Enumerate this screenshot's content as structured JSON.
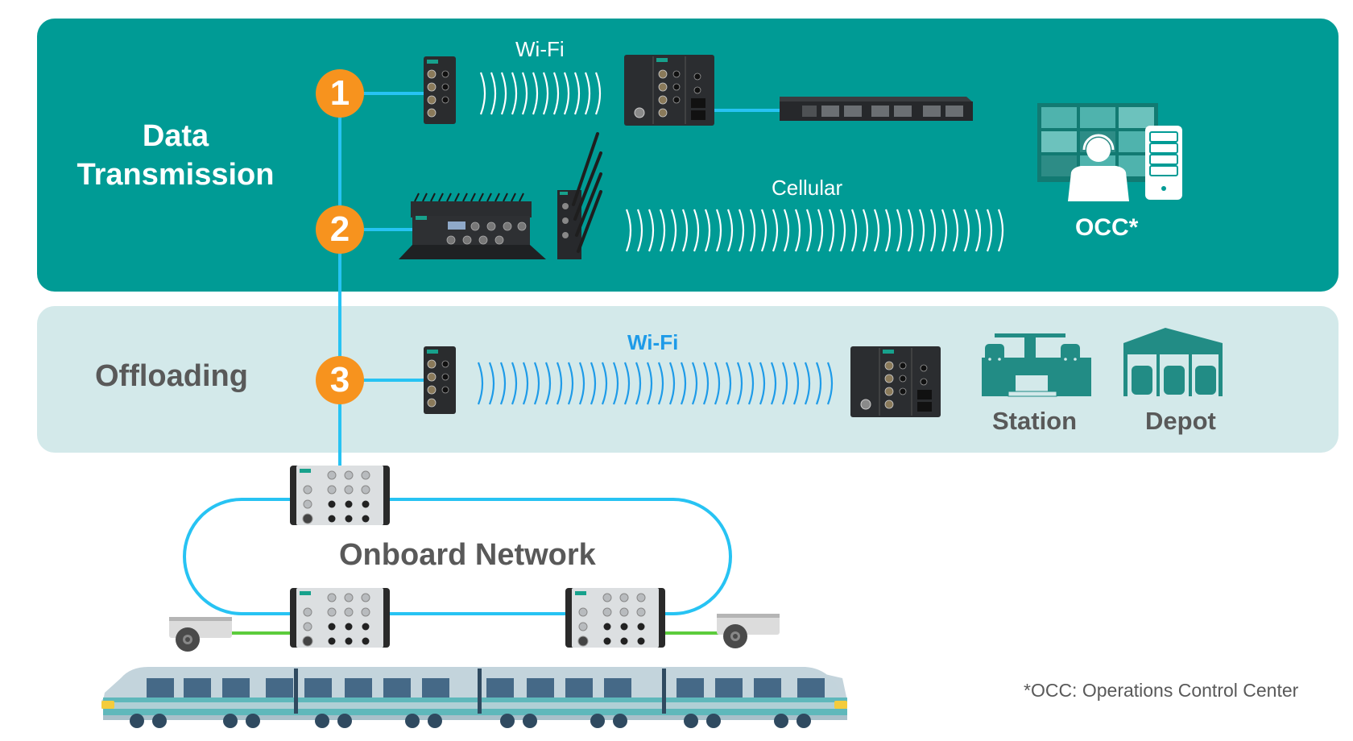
{
  "sections": {
    "data_transmission": {
      "title_line1": "Data",
      "title_line2": "Transmission"
    },
    "offloading": {
      "title": "Offloading"
    },
    "onboard": {
      "title": "Onboard Network"
    }
  },
  "steps": [
    {
      "number": "1",
      "link": "Wi-Fi"
    },
    {
      "number": "2",
      "link": "Cellular"
    },
    {
      "number": "3",
      "link": "Wi-Fi"
    }
  ],
  "destinations": {
    "occ": "OCC*",
    "station": "Station",
    "depot": "Depot"
  },
  "footnote": "*OCC: Operations Control Center",
  "colors": {
    "teal_panel": "#009b95",
    "light_panel": "#d3e9ea",
    "step_badge": "#f7931e",
    "link_line": "#27c3f3",
    "camera_line": "#5ccc3c",
    "wifi_offload": "#1e9be8",
    "icon_teal": "#228c85",
    "label_gray": "#595959"
  }
}
